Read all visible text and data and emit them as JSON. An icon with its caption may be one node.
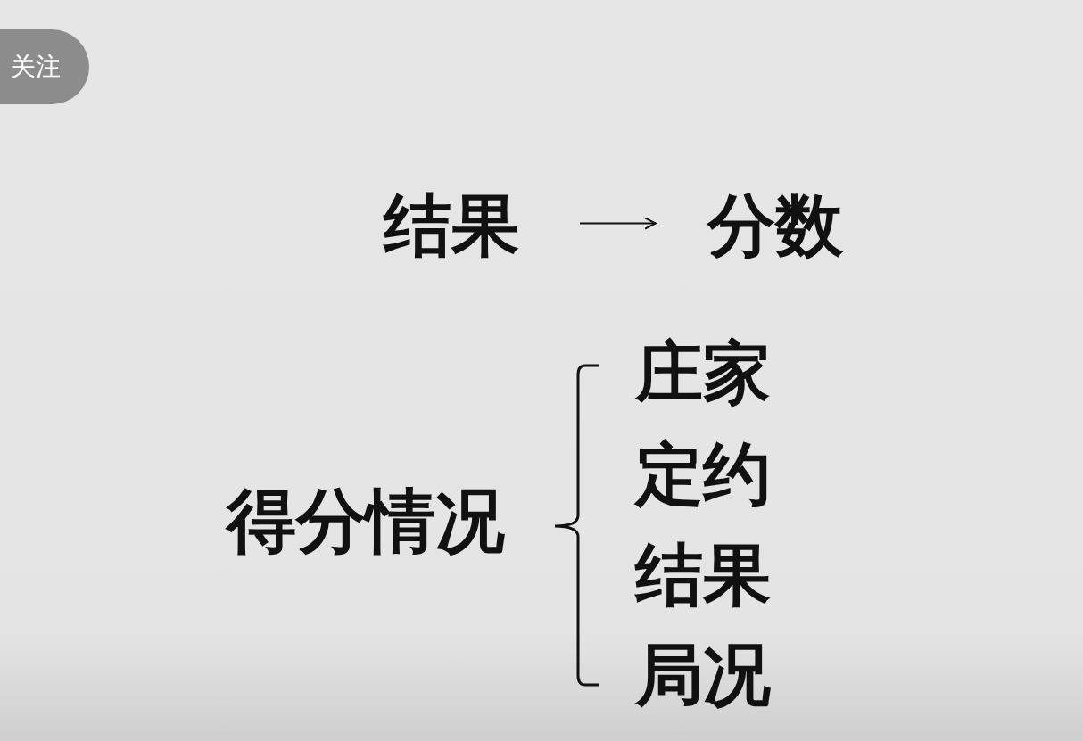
{
  "diagram": {
    "nodes": [
      {
        "text": [
          "结果"
        ]
      },
      {
        "text": [
          "分数"
        ]
      }
    ],
    "edges": [
      {
        "from": 0,
        "to": 1,
        "arrow": "to"
      }
    ],
    "labels": [
      "关注",
      "得分情况",
      "庄家",
      "定约",
      "结果",
      "局况"
    ]
  }
}
